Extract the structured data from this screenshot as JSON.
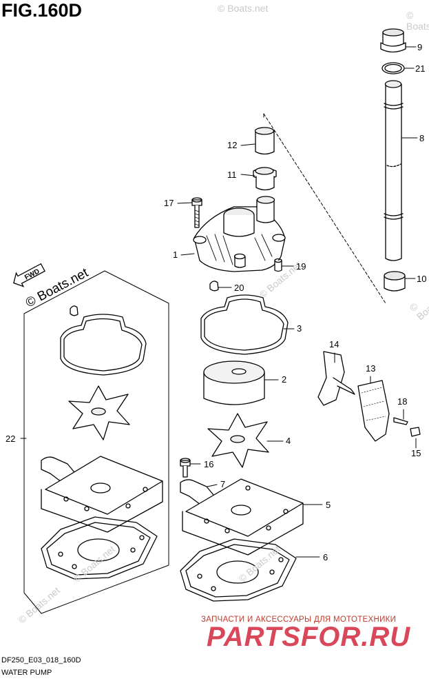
{
  "figure": {
    "title": "FIG.160D",
    "code": "DF250_E03_018_160D",
    "name": "WATER PUMP"
  },
  "watermarks": {
    "boats": "© Boats.net",
    "fwd_label": "FWD"
  },
  "branding": {
    "subtitle": "ЗАПЧАСТИ И АКСЕССУАРЫ ДЛЯ МОТОТЕХНИКИ",
    "name": "PARTSFOR.RU"
  },
  "callouts": [
    {
      "id": "c9",
      "label": "9"
    },
    {
      "id": "c21",
      "label": "21"
    },
    {
      "id": "c8",
      "label": "8"
    },
    {
      "id": "c10",
      "label": "10"
    },
    {
      "id": "c12",
      "label": "12"
    },
    {
      "id": "c11",
      "label": "11"
    },
    {
      "id": "c17",
      "label": "17"
    },
    {
      "id": "c1",
      "label": "1"
    },
    {
      "id": "c19",
      "label": "19"
    },
    {
      "id": "c20",
      "label": "20"
    },
    {
      "id": "c3",
      "label": "3"
    },
    {
      "id": "c2",
      "label": "2"
    },
    {
      "id": "c14",
      "label": "14"
    },
    {
      "id": "c13",
      "label": "13"
    },
    {
      "id": "c18",
      "label": "18"
    },
    {
      "id": "c15",
      "label": "15"
    },
    {
      "id": "c4",
      "label": "4"
    },
    {
      "id": "c22",
      "label": "22"
    },
    {
      "id": "c16",
      "label": "16"
    },
    {
      "id": "c7",
      "label": "7"
    },
    {
      "id": "c5",
      "label": "5"
    },
    {
      "id": "c6",
      "label": "6"
    }
  ]
}
